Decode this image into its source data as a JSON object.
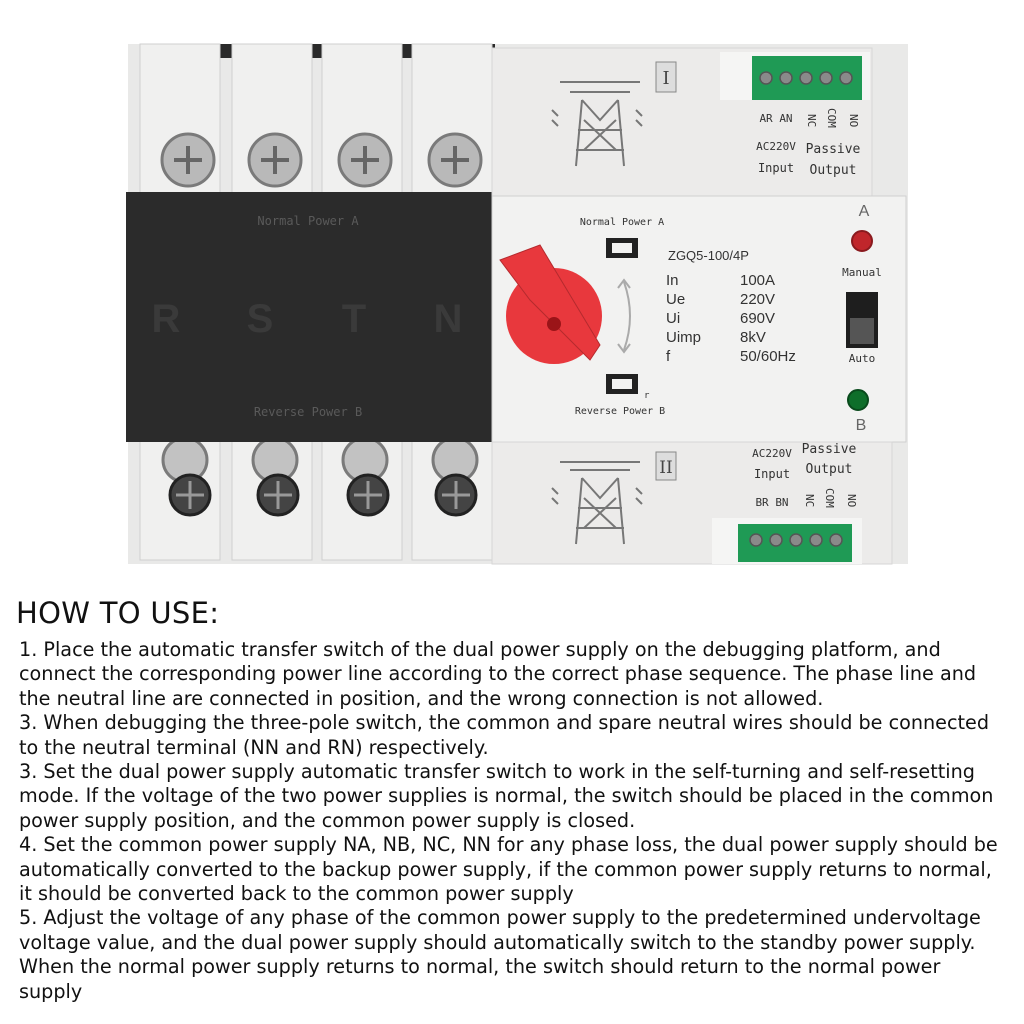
{
  "device": {
    "model": "ZGQ5-100/4P",
    "panel_upper_roman": "I",
    "panel_lower_roman": "II",
    "terminal_top_label": "Normal Power A",
    "terminal_bottom_label": "Reverse Power B",
    "phase_letters": [
      "R",
      "S",
      "T",
      "N"
    ],
    "selector_top_label": "Normal Power A",
    "selector_bottom_label": "Reverse Power B",
    "selector_corner_mark": "r",
    "specs": [
      {
        "key": "In",
        "value": "100A"
      },
      {
        "key": "Ue",
        "value": "220V"
      },
      {
        "key": "Ui",
        "value": "690V"
      },
      {
        "key": "Uimp",
        "value": "8kV"
      },
      {
        "key": "f",
        "value": "50/60Hz"
      }
    ],
    "indicator_a_letter": "A",
    "indicator_b_letter": "B",
    "mode_manual": "Manual",
    "mode_auto": "Auto",
    "top_terminal_codes": [
      "AR",
      "AN",
      "NC",
      "COM",
      "NO"
    ],
    "bottom_terminal_codes": [
      "BR",
      "BN",
      "NC",
      "COM",
      "NO"
    ],
    "input_voltage": "AC220V",
    "input_label": "Input",
    "passive_label": "Passive",
    "output_label": "Output",
    "colors": {
      "knob": "#e8383d",
      "indicator_a": "#c0262b",
      "indicator_b": "#0e6e2a",
      "terminal_block": "#1f9a55",
      "cover": "#2b2b2b"
    }
  },
  "instructions": {
    "title": "HOW TO USE:",
    "steps": [
      "1. Place the automatic transfer switch of the dual power supply on the debugging platform, and connect the corresponding power line according to the correct phase sequence. The phase line and the neutral line are connected in position, and the wrong connection is not allowed.",
      "3. When debugging the three-pole switch, the common and spare neutral wires should be connected to the neutral terminal (NN and RN) respectively.",
      "3. Set the dual power supply automatic transfer switch to work in the self-turning and self-resetting mode. If the voltage of the two power supplies is normal, the switch should be placed in the common power supply position, and the common power supply is closed.",
      "4. Set the common power supply NA, NB, NC, NN for any phase loss, the dual power supply should be automatically converted to the backup power supply, if the common power supply returns to normal, it should be converted back to the common power supply",
      "5. Adjust the voltage of any phase of the common power supply to the predetermined undervoltage voltage value, and the dual power supply should automatically switch to the standby power supply. When the normal power supply returns to normal, the switch should return to the normal power supply"
    ]
  }
}
